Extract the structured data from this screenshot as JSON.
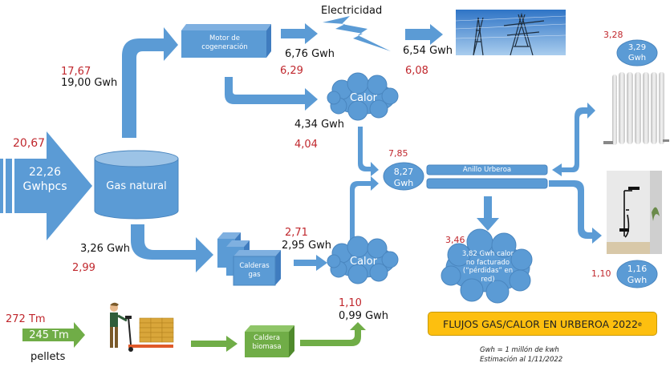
{
  "title": {
    "text": "FLUJOS GAS/CALOR EN URBEROA 2022",
    "superscript": "e"
  },
  "notes": [
    "Gwh = 1 millón de kwh",
    "Estimación al 1/11/2022"
  ],
  "colors": {
    "flow_blue": "#5b9bd5",
    "flow_green": "#70ad47",
    "estimate_red": "#c0272d",
    "title_box": "#fdbf0f"
  },
  "inputs": {
    "gas": {
      "value": "22,26",
      "unit": "Gwhpcs",
      "estimate": "20,67"
    },
    "pellets": {
      "value": "245 Tm",
      "label": "pellets",
      "estimate": "272 Tm"
    }
  },
  "nodes": {
    "gas_natural": "Gas natural",
    "motor": "Motor de cogeneración",
    "calderas_gas": "Calderas gas",
    "caldera_biomasa": "Caldera biomasa",
    "calor_cogen": "Calor",
    "calor_calderas": "Calor",
    "electricidad": "Electricidad",
    "hub": {
      "value": "8,27",
      "unit": "Gwh",
      "estimate": "7,85"
    },
    "anillo": "Anillo Urberoa",
    "perdidas": "3,82 Gwh calor no facturado (“pérdidas” en red)",
    "perdidas_estimate": "3,46",
    "calefaccion": {
      "value": "3,29",
      "unit": "Gwh",
      "estimate": "3,28"
    },
    "acs": {
      "value": "1,16",
      "unit": "Gwh",
      "estimate": "1,10"
    }
  },
  "flows": {
    "gas_to_motor": {
      "value": "19,00 Gwh",
      "estimate": "17,67"
    },
    "gas_to_calderas": {
      "value": "3,26 Gwh",
      "estimate": "2,99"
    },
    "motor_to_elec": {
      "value": "6,76 Gwh",
      "estimate": "6,29"
    },
    "elec_to_grid": {
      "value": "6,54 Gwh",
      "estimate": "6,08"
    },
    "motor_to_calor": {
      "value": "4,34 Gwh",
      "estimate": "4,04"
    },
    "calderas_to_calor": {
      "value": "2,95 Gwh",
      "estimate": "2,71"
    },
    "biomasa_to_calor": {
      "value": "0,99 Gwh",
      "estimate": "1,10"
    }
  }
}
